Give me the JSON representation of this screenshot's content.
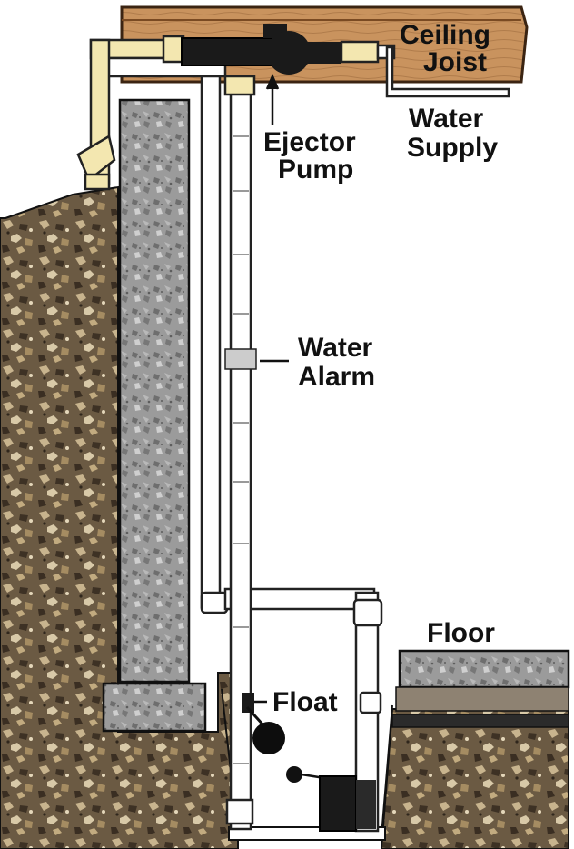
{
  "labels": {
    "ceiling_joist_line1": "Ceiling",
    "ceiling_joist_line2": "Joist",
    "water_supply_line1": "Water",
    "water_supply_line2": "Supply",
    "ejector_pump_line1": "Ejector",
    "ejector_pump_line2": "Pump",
    "water_alarm_line1": "Water",
    "water_alarm_line2": "Alarm",
    "float": "Float",
    "floor": "Floor"
  },
  "colors": {
    "joist": "#c9935e",
    "joist_edge": "#7a4a22",
    "soil": "#6b5a43",
    "concrete": "#9a9a9a",
    "pipe": "#ffffff",
    "pipe_outline": "#222222",
    "fitting": "#f3e7b0",
    "pump": "#1a1a1a"
  }
}
